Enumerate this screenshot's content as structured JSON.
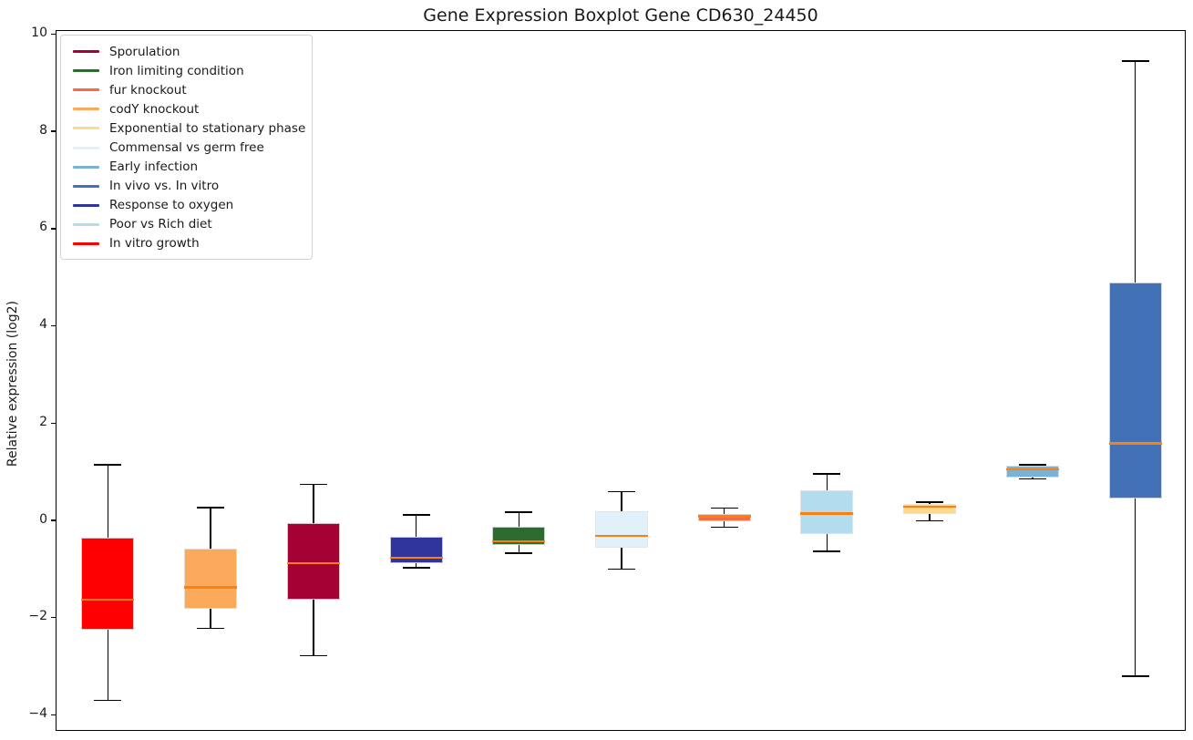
{
  "title": "Gene Expression Boxplot Gene CD630_24450",
  "y_axis": {
    "label": "Relative expression (log2)",
    "ticks": [
      {
        "value": 10,
        "label": "10"
      },
      {
        "value": 8,
        "label": "8"
      },
      {
        "value": 6,
        "label": "6"
      },
      {
        "value": 4,
        "label": "4"
      },
      {
        "value": 2,
        "label": "2"
      },
      {
        "value": 0,
        "label": "0"
      },
      {
        "value": -2,
        "label": "−2"
      },
      {
        "value": -4,
        "label": "−4"
      }
    ]
  },
  "legend": {
    "items": [
      {
        "label": "Sporulation",
        "color": "#A40234"
      },
      {
        "label": "Iron limiting condition",
        "color": "#2E6B31"
      },
      {
        "label": "fur knockout",
        "color": "#F96A42"
      },
      {
        "label": "codY knockout",
        "color": "#FBA95A"
      },
      {
        "label": "Exponential to stationary phase",
        "color": "#FDD992"
      },
      {
        "label": "Commensal vs germ free",
        "color": "#E1F1F9"
      },
      {
        "label": "Early infection",
        "color": "#7AB2D6"
      },
      {
        "label": "In vivo vs. In vitro",
        "color": "#4272B5"
      },
      {
        "label": "Response to oxygen",
        "color": "#2F359B"
      },
      {
        "label": "Poor vs Rich diet",
        "color": "#B3DCEE"
      },
      {
        "label": "In vitro growth",
        "color": "#FF0000"
      }
    ]
  },
  "chart_data": {
    "type": "boxplot",
    "title": "Gene Expression Boxplot Gene CD630_24450",
    "xlabel": "",
    "ylabel": "Relative expression (log2)",
    "ylim": [
      -4.35,
      10.1
    ],
    "grid": false,
    "legend_position": "upper-left",
    "median_color": "#FF7F0E",
    "whisker_color": "#000000",
    "series": [
      {
        "name": "In vitro growth",
        "color": "#FF0000",
        "whisker_low": -3.7,
        "q1": -2.25,
        "median": -1.63,
        "q3": -0.35,
        "whisker_high": 1.14
      },
      {
        "name": "codY knockout",
        "color": "#FBA95A",
        "whisker_low": -2.22,
        "q1": -1.82,
        "median": -1.38,
        "q3": -0.58,
        "whisker_high": 0.26
      },
      {
        "name": "Sporulation",
        "color": "#A40234",
        "whisker_low": -2.78,
        "q1": -1.64,
        "median": -0.88,
        "q3": -0.06,
        "whisker_high": 0.74
      },
      {
        "name": "Response to oxygen",
        "color": "#2F359B",
        "whisker_low": -0.98,
        "q1": -0.89,
        "median": -0.77,
        "q3": -0.34,
        "whisker_high": 0.11
      },
      {
        "name": "Iron limiting condition",
        "color": "#2E6B31",
        "whisker_low": -0.67,
        "q1": -0.51,
        "median": -0.43,
        "q3": -0.14,
        "whisker_high": 0.17
      },
      {
        "name": "Commensal vs germ free",
        "color": "#E1F1F9",
        "whisker_low": -1.0,
        "q1": -0.56,
        "median": -0.32,
        "q3": 0.19,
        "whisker_high": 0.59
      },
      {
        "name": "fur knockout",
        "color": "#F96A42",
        "whisker_low": -0.14,
        "q1": -0.02,
        "median": 0.08,
        "q3": 0.14,
        "whisker_high": 0.25
      },
      {
        "name": "Poor vs Rich diet",
        "color": "#B3DCEE",
        "whisker_low": -0.64,
        "q1": -0.29,
        "median": 0.14,
        "q3": 0.62,
        "whisker_high": 0.96
      },
      {
        "name": "Exponential to stationary phase",
        "color": "#FDD992",
        "whisker_low": -0.01,
        "q1": 0.13,
        "median": 0.28,
        "q3": 0.33,
        "whisker_high": 0.38
      },
      {
        "name": "Early infection",
        "color": "#7AB2D6",
        "whisker_low": 0.85,
        "q1": 0.88,
        "median": 1.05,
        "q3": 1.12,
        "whisker_high": 1.14
      },
      {
        "name": "In vivo vs. In vitro",
        "color": "#4272B5",
        "whisker_low": -3.2,
        "q1": 0.45,
        "median": 1.58,
        "q3": 4.9,
        "whisker_high": 9.45
      }
    ]
  }
}
